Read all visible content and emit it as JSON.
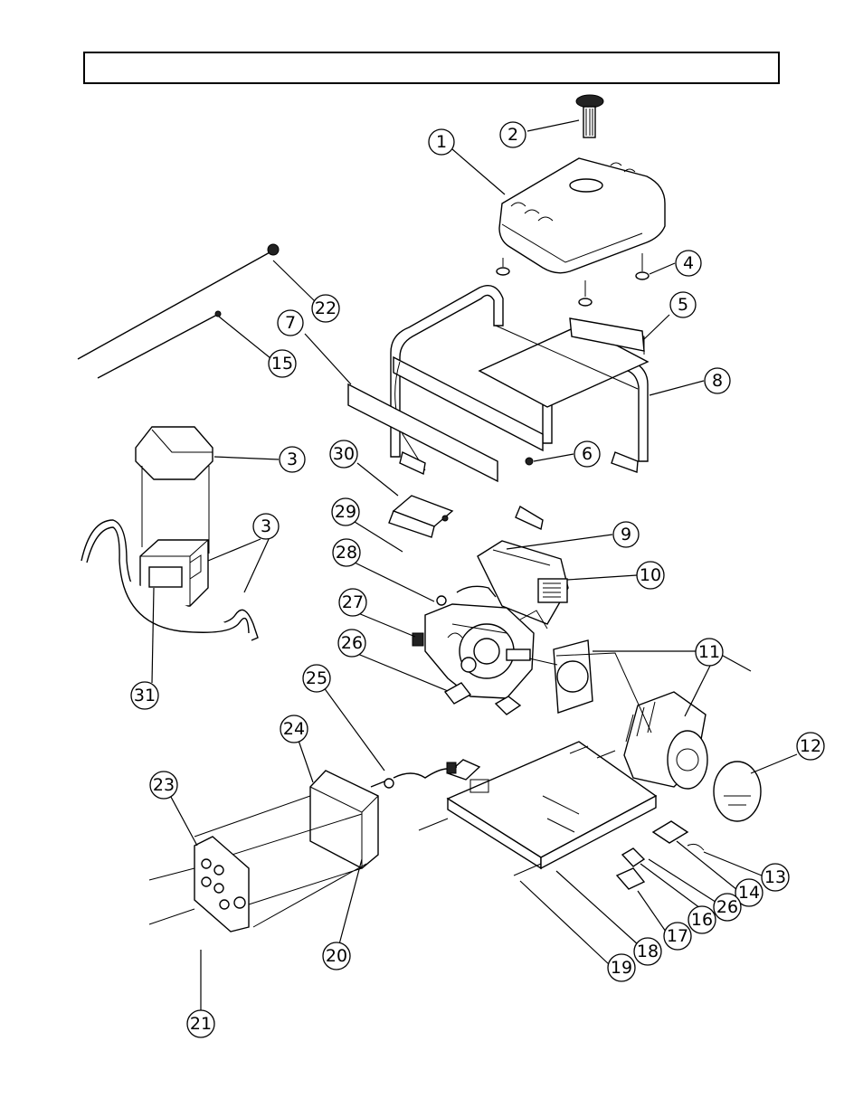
{
  "title": "",
  "callouts": [
    {
      "id": "c1",
      "label": "1"
    },
    {
      "id": "c2",
      "label": "2"
    },
    {
      "id": "c3a",
      "label": "3"
    },
    {
      "id": "c3b",
      "label": "3"
    },
    {
      "id": "c4",
      "label": "4"
    },
    {
      "id": "c5",
      "label": "5"
    },
    {
      "id": "c6",
      "label": "6"
    },
    {
      "id": "c7",
      "label": "7"
    },
    {
      "id": "c8",
      "label": "8"
    },
    {
      "id": "c9",
      "label": "9"
    },
    {
      "id": "c10",
      "label": "10"
    },
    {
      "id": "c11",
      "label": "11"
    },
    {
      "id": "c12",
      "label": "12"
    },
    {
      "id": "c13",
      "label": "13"
    },
    {
      "id": "c14",
      "label": "14"
    },
    {
      "id": "c15",
      "label": "15"
    },
    {
      "id": "c16",
      "label": "16"
    },
    {
      "id": "c17",
      "label": "17"
    },
    {
      "id": "c18",
      "label": "18"
    },
    {
      "id": "c19",
      "label": "19"
    },
    {
      "id": "c20",
      "label": "20"
    },
    {
      "id": "c21",
      "label": "21"
    },
    {
      "id": "c22",
      "label": "22"
    },
    {
      "id": "c23",
      "label": "23"
    },
    {
      "id": "c24",
      "label": "24"
    },
    {
      "id": "c25",
      "label": "25"
    },
    {
      "id": "c26a",
      "label": "26"
    },
    {
      "id": "c26b",
      "label": "26"
    },
    {
      "id": "c27",
      "label": "27"
    },
    {
      "id": "c28",
      "label": "28"
    },
    {
      "id": "c29",
      "label": "29"
    },
    {
      "id": "c30",
      "label": "30"
    },
    {
      "id": "c31",
      "label": "31"
    }
  ]
}
